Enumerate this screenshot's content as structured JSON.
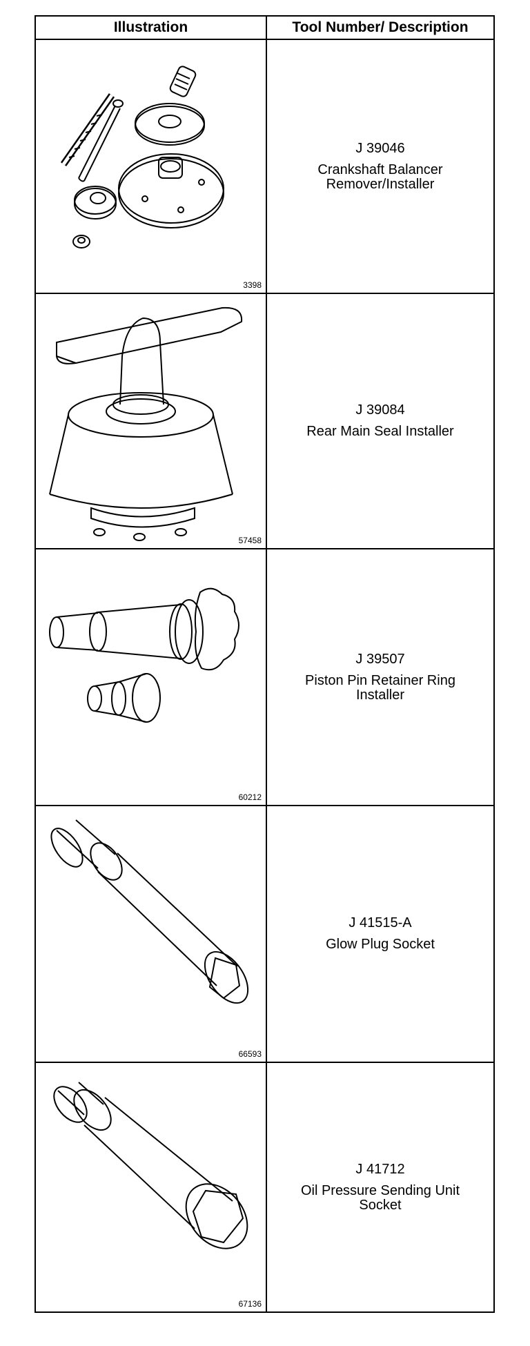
{
  "header": {
    "illustration": "Illustration",
    "tool": "Tool Number/ Description"
  },
  "rows": [
    {
      "figure": "3398",
      "tool_number": "J 39046",
      "description": "Crankshaft Balancer Remover/Installer",
      "icon": "balancer-tool-icon"
    },
    {
      "figure": "57458",
      "tool_number": "J 39084",
      "description": "Rear Main Seal Installer",
      "icon": "seal-installer-icon"
    },
    {
      "figure": "60212",
      "tool_number": "J 39507",
      "description": "Piston Pin Retainer Ring Installer",
      "icon": "ring-installer-icon"
    },
    {
      "figure": "66593",
      "tool_number": "J 41515-A",
      "description": "Glow Plug Socket",
      "icon": "socket-icon"
    },
    {
      "figure": "67136",
      "tool_number": "J 41712",
      "description": "Oil Pressure Sending Unit Socket",
      "icon": "socket-icon"
    }
  ]
}
